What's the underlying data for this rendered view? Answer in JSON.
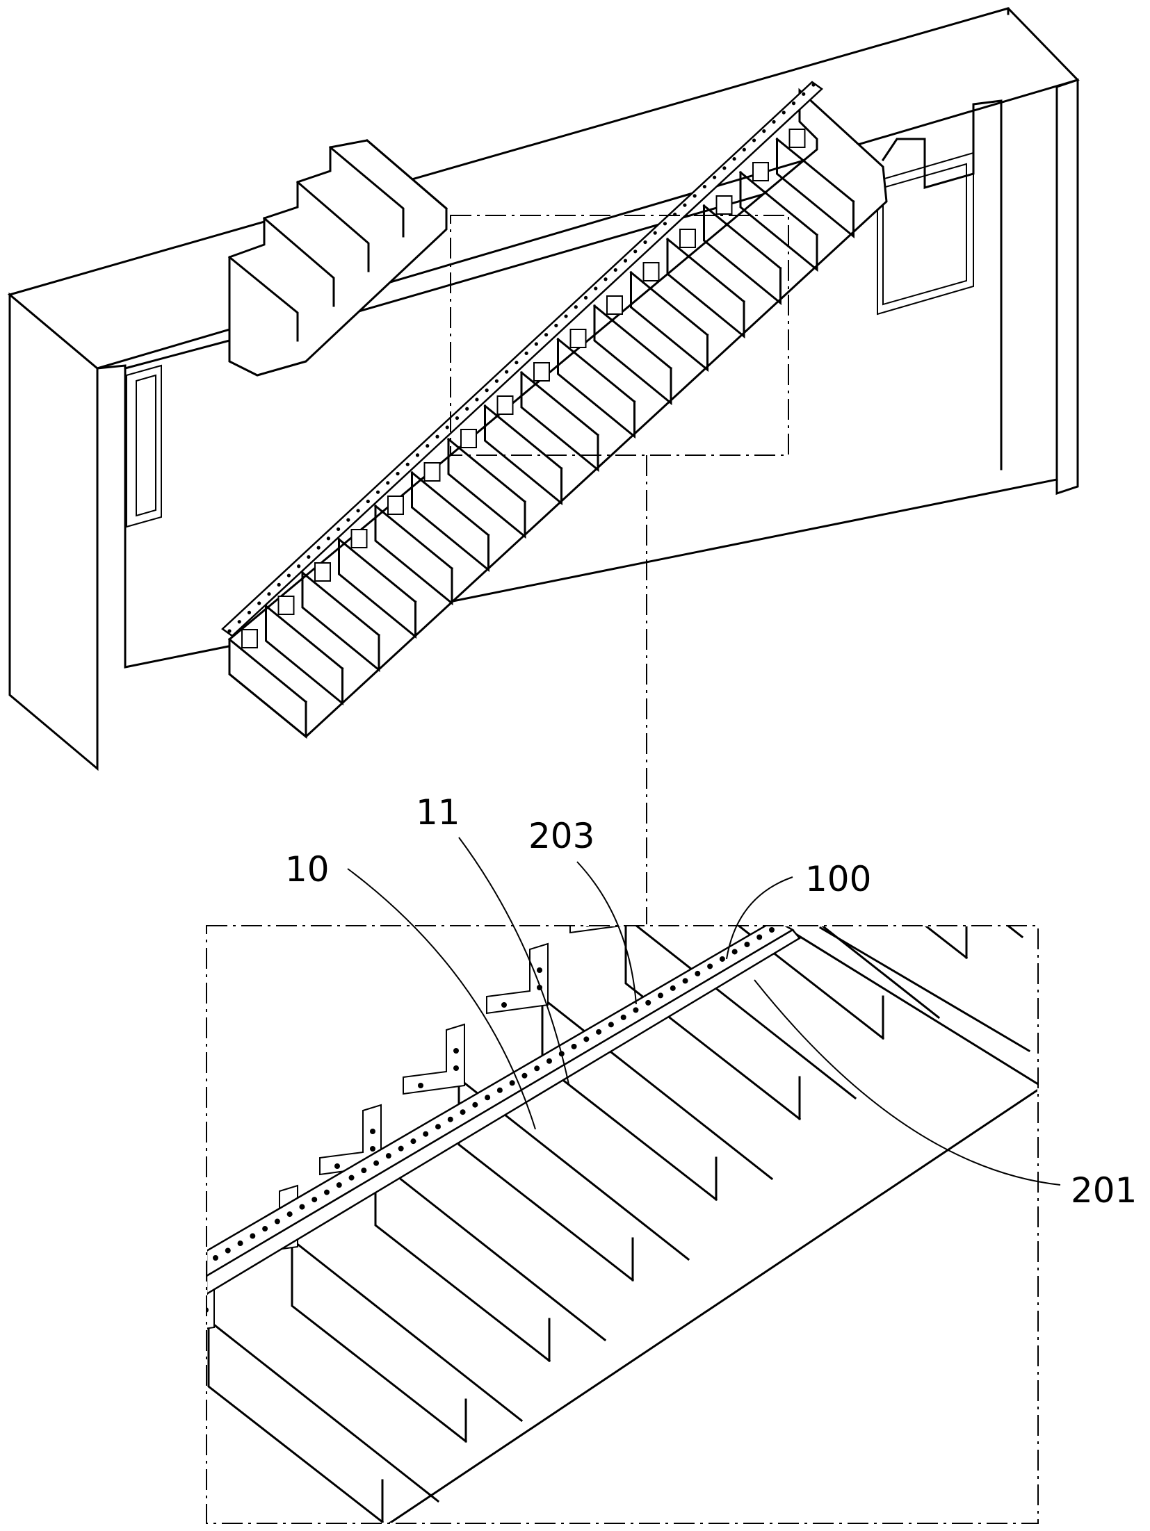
{
  "figure": {
    "labels": {
      "part_10": "10",
      "part_11": "11",
      "part_203": "203",
      "part_100": "100",
      "part_201": "201"
    }
  }
}
